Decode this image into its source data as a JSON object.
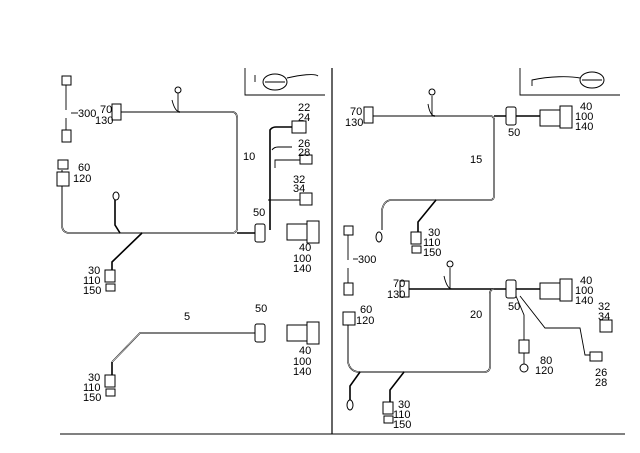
{
  "left_top": {
    "harness": "10",
    "sensor_top": "300",
    "connector_a": [
      "70",
      "130"
    ],
    "connector_b": [
      "60",
      "120"
    ],
    "plug_pair_a": [
      "22",
      "24"
    ],
    "plug_pair_b": [
      "26",
      "28"
    ],
    "plug_pair_c": [
      "32",
      "34"
    ],
    "grommet": "50",
    "main_connector": [
      "40",
      "100",
      "140"
    ],
    "lower_connector": [
      "30",
      "110",
      "150"
    ]
  },
  "left_bottom": {
    "harness": "5",
    "grommet": "50",
    "main_connector": [
      "40",
      "100",
      "140"
    ],
    "lower_connector": [
      "30",
      "110",
      "150"
    ]
  },
  "right_top": {
    "harness": "15",
    "connector_a": [
      "70",
      "130"
    ],
    "grommet": "50",
    "main_connector": [
      "40",
      "100",
      "140"
    ],
    "lower_connector": [
      "30",
      "110",
      "150"
    ]
  },
  "right_bottom": {
    "harness": "20",
    "sensor_top": "300",
    "connector_a": [
      "70",
      "130"
    ],
    "connector_b": [
      "60",
      "120"
    ],
    "grommet": "50",
    "main_connector": [
      "40",
      "100",
      "140"
    ],
    "plug_pair_c": [
      "32",
      "34"
    ],
    "plug_pair_b": [
      "26",
      "28"
    ],
    "side_connector": [
      "80",
      "120"
    ],
    "lower_connector": [
      "30",
      "110",
      "150"
    ]
  }
}
